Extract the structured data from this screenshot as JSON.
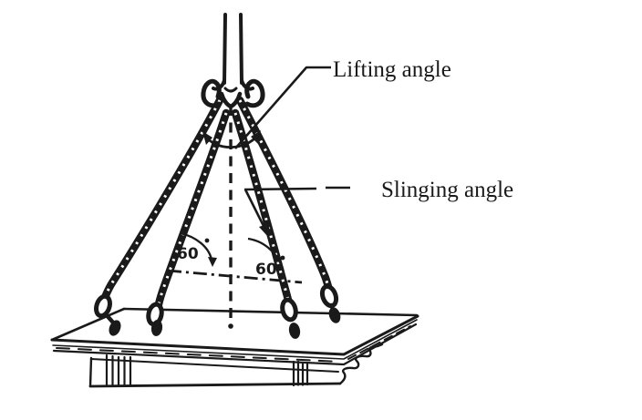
{
  "diagram": {
    "annotations": {
      "lifting_angle_label": "Lifting angle",
      "slinging_angle_label": "Slinging angle",
      "left_sling_angle": "60",
      "right_sling_angle": "60"
    },
    "colors": {
      "ink": "#1a1a1a",
      "background": "#ffffff"
    }
  }
}
